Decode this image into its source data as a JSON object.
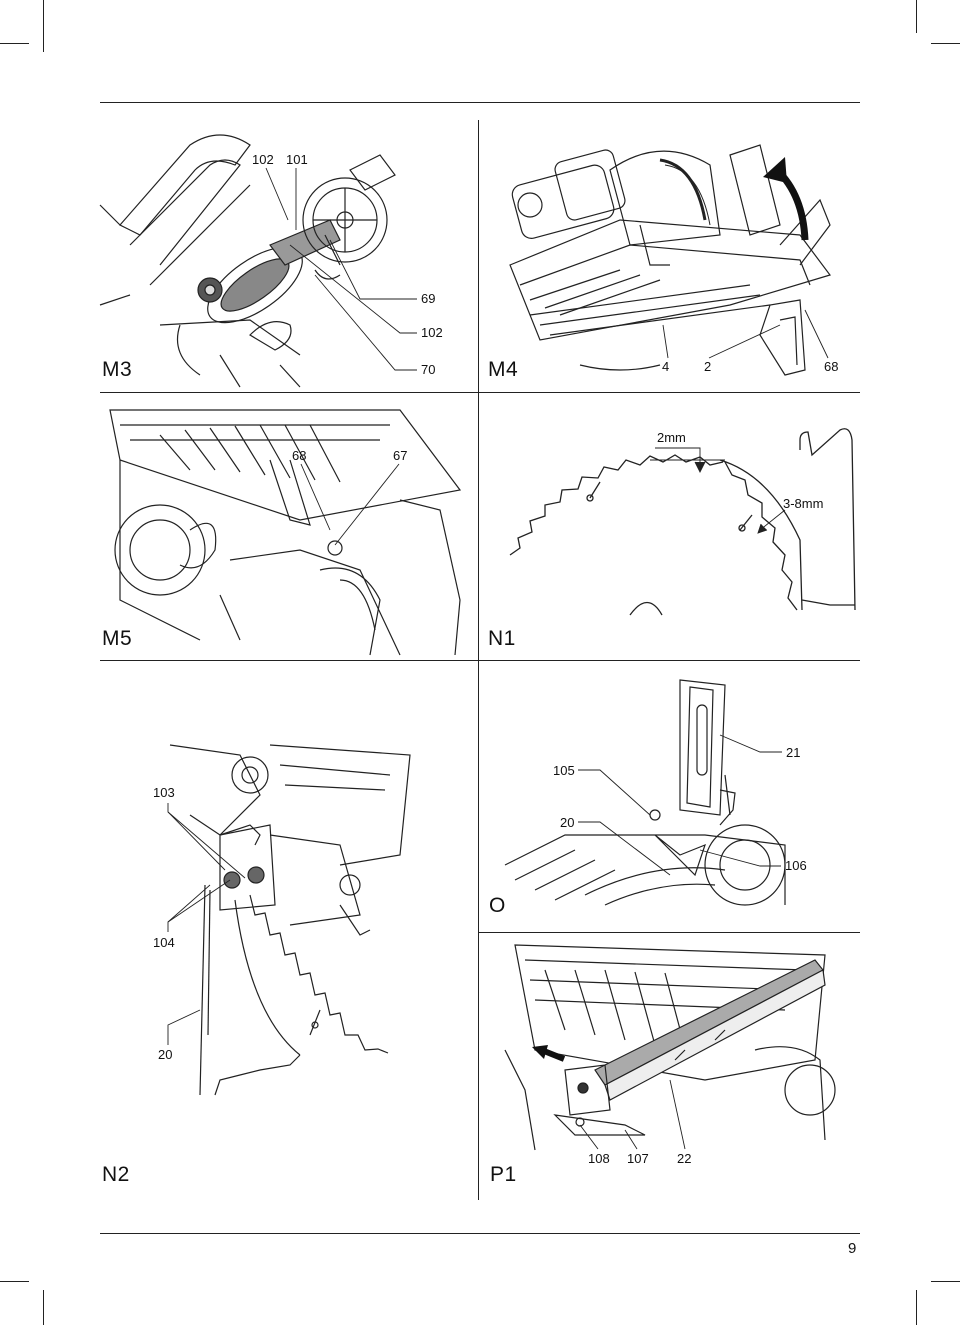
{
  "page": {
    "number": "9"
  },
  "panels": {
    "m3": {
      "label": "M3",
      "callouts": [
        "102",
        "101",
        "69",
        "102",
        "70"
      ]
    },
    "m4": {
      "label": "M4",
      "callouts": [
        "4",
        "2",
        "68"
      ]
    },
    "m5": {
      "label": "M5",
      "callouts": [
        "68",
        "67"
      ]
    },
    "n1": {
      "label": "N1",
      "callouts": [
        "2mm",
        "3-8mm"
      ]
    },
    "n2": {
      "label": "N2",
      "callouts": [
        "103",
        "104",
        "20"
      ]
    },
    "o": {
      "label": "O",
      "callouts": [
        "105",
        "21",
        "20",
        "106"
      ]
    },
    "p1": {
      "label": "P1",
      "callouts": [
        "108",
        "107",
        "22"
      ]
    }
  }
}
